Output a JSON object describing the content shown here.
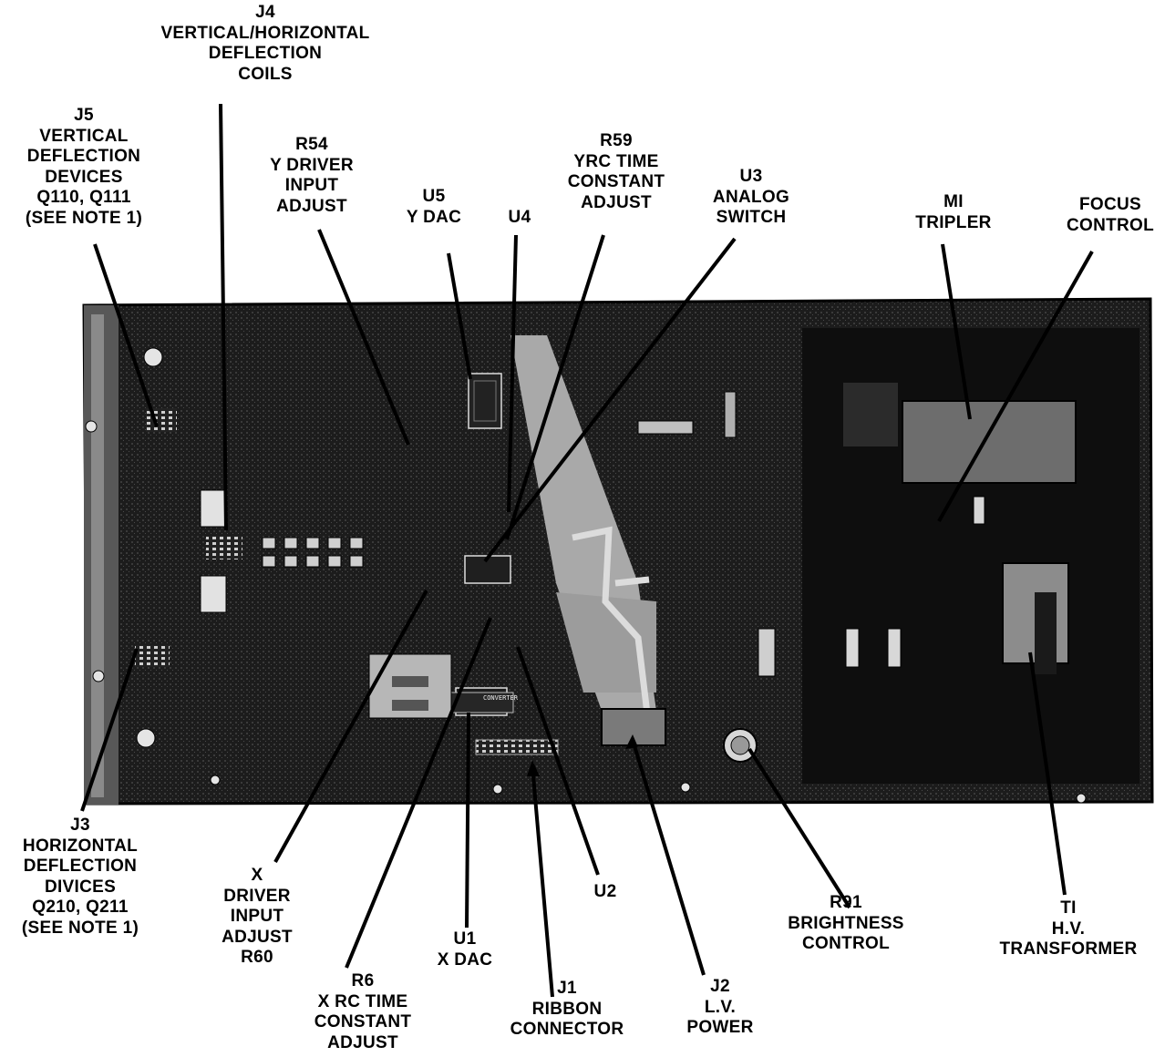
{
  "callouts": [
    {
      "id": "j4",
      "lines": [
        "J4",
        "VERTICAL/HORIZONTAL",
        "DEFLECTION",
        "COILS"
      ]
    },
    {
      "id": "j5",
      "lines": [
        "J5",
        "VERTICAL",
        "DEFLECTION",
        "DEVICES",
        "Q110, Q111",
        "(SEE NOTE 1)"
      ]
    },
    {
      "id": "r54",
      "lines": [
        "R54",
        "Y DRIVER",
        "INPUT",
        "ADJUST"
      ]
    },
    {
      "id": "u5",
      "lines": [
        "U5",
        "Y DAC"
      ]
    },
    {
      "id": "u4",
      "lines": [
        "U4"
      ]
    },
    {
      "id": "r59",
      "lines": [
        "R59",
        "YRC TIME",
        "CONSTANT",
        "ADJUST"
      ]
    },
    {
      "id": "u3",
      "lines": [
        "U3",
        "ANALOG",
        "SWITCH"
      ]
    },
    {
      "id": "m1",
      "lines": [
        "MI",
        "TRIPLER"
      ]
    },
    {
      "id": "focus",
      "lines": [
        "FOCUS",
        "CONTROL"
      ]
    },
    {
      "id": "j3",
      "lines": [
        "J3",
        "HORIZONTAL",
        "DEFLECTION",
        "DIVICES",
        "Q210, Q211",
        "(SEE NOTE 1)"
      ]
    },
    {
      "id": "x-driver",
      "lines": [
        "X",
        "DRIVER",
        "INPUT",
        "ADJUST",
        "R60"
      ]
    },
    {
      "id": "r6",
      "lines": [
        "R6",
        "X RC TIME",
        "CONSTANT",
        "ADJUST"
      ]
    },
    {
      "id": "u1",
      "lines": [
        "U1",
        "X DAC"
      ]
    },
    {
      "id": "j1",
      "lines": [
        "J1",
        "RIBBON",
        "CONNECTOR"
      ]
    },
    {
      "id": "u2",
      "lines": [
        "U2"
      ]
    },
    {
      "id": "j2",
      "lines": [
        "J2",
        "L.V.",
        "POWER"
      ]
    },
    {
      "id": "r91",
      "lines": [
        "R91",
        "BRIGHTNESS",
        "CONTROL"
      ]
    },
    {
      "id": "t1",
      "lines": [
        "TI",
        "H.V.",
        "TRANSFORMER"
      ]
    }
  ],
  "board_chip_labels": [
    "CONVERTER"
  ]
}
